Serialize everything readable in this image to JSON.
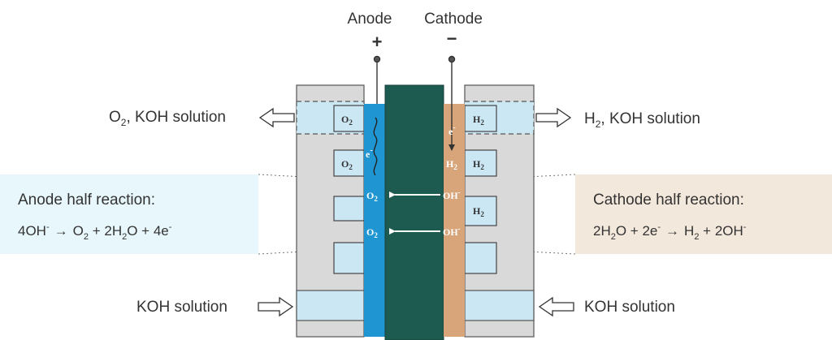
{
  "terminals": {
    "anode_label": "Anode",
    "anode_sign": "+",
    "cathode_label": "Cathode",
    "cathode_sign": "−"
  },
  "flows": {
    "left_top_main": "O",
    "left_top_sub": "2",
    "left_top_rest": ", KOH solution",
    "right_top_main": "H",
    "right_top_sub": "2",
    "right_top_rest": ", KOH solution",
    "left_bottom": "KOH solution",
    "right_bottom": "KOH solution"
  },
  "anode_reaction": {
    "title": "Anode half reaction:",
    "p1": "4OH",
    "p1_sup": "-",
    "arrow": "→",
    "p2": "O",
    "p2_sub": "2",
    "p3": " + 2H",
    "p3_sub": "2",
    "p4": "O + 4e",
    "p4_sup": "-"
  },
  "cathode_reaction": {
    "title": "Cathode half reaction:",
    "p1": "2H",
    "p1_sub": "2",
    "p2": "O + 2e",
    "p2_sup": "-",
    "arrow": "→",
    "p3": "H",
    "p3_sub": "2",
    "p4": " + 2OH",
    "p4_sup": "-"
  },
  "species": {
    "o2": "O",
    "o2_sub": "2",
    "h2": "H",
    "h2_sub": "2",
    "oh": "OH",
    "oh_sup": "-",
    "electron": "e",
    "electron_sup": "-"
  },
  "colors": {
    "anode_layer": "#1f96d2",
    "membrane": "#1d5b50",
    "cathode_layer": "#d8a57b",
    "plate": "#d9d9d9",
    "channel": "#cbe7f4",
    "anode_panel": "#e8f7fb",
    "cathode_panel": "#f3e8dc"
  }
}
